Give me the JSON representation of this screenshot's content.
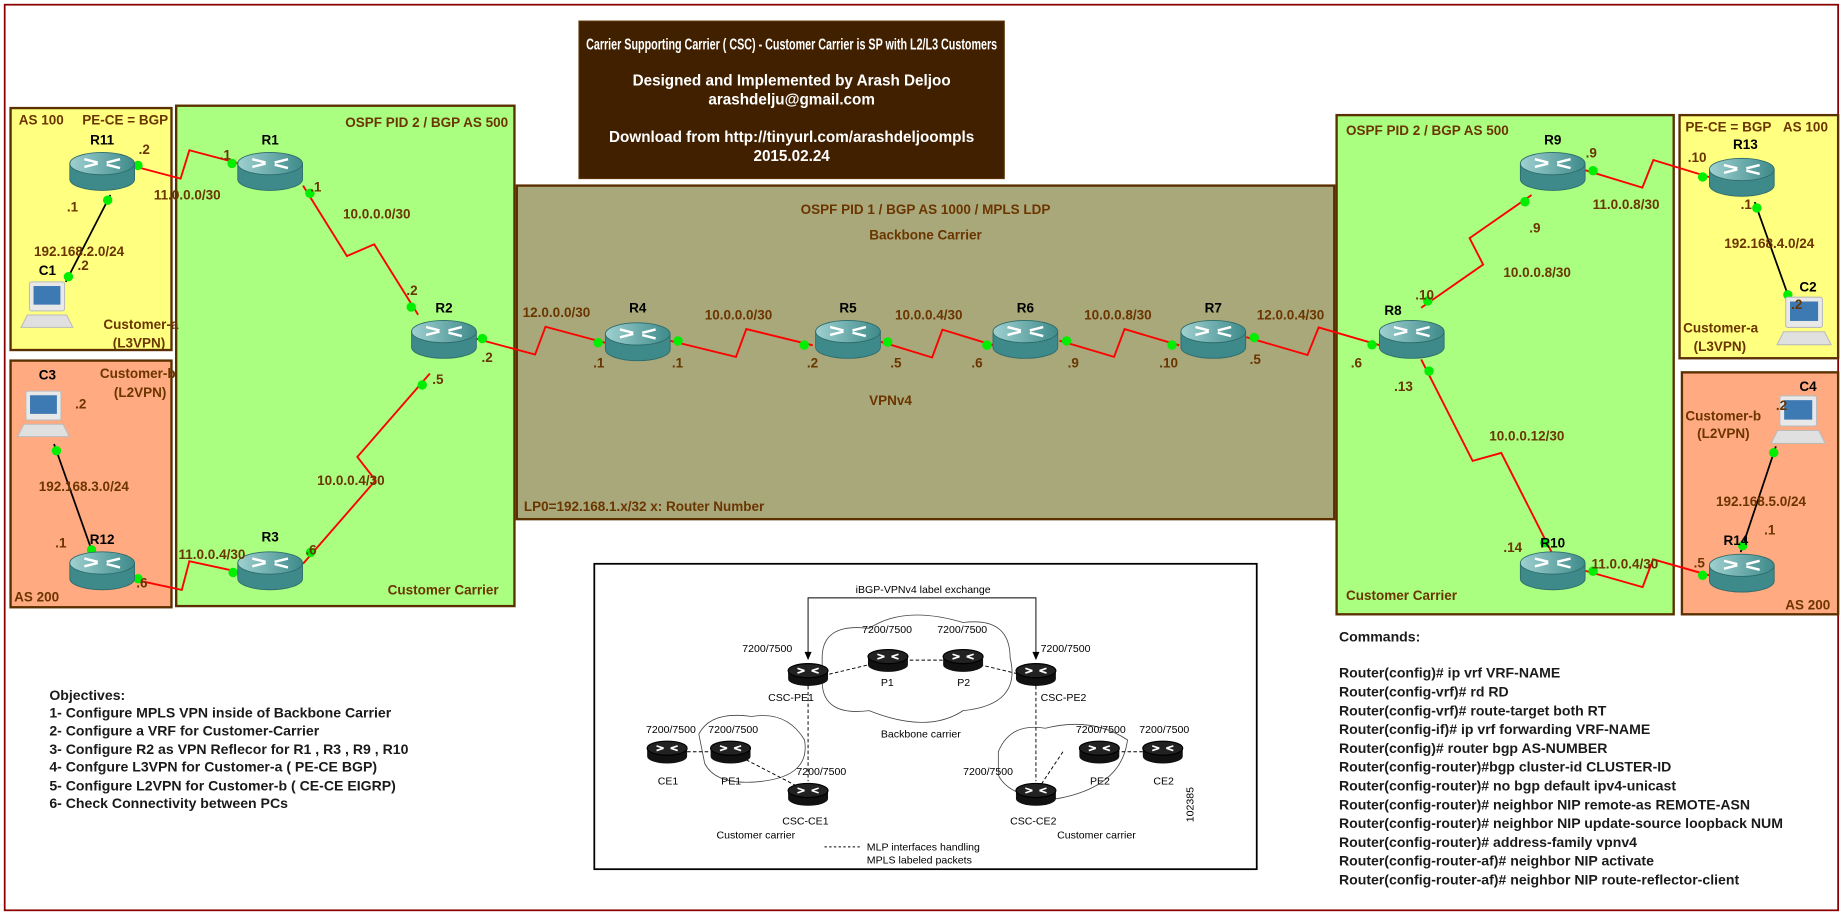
{
  "title_box": {
    "line1": "Carrier Supporting Carrier ( CSC) - Customer Carrier is SP with L2/L3 Customers",
    "line2": "Designed and Implemented by Arash Deljoo",
    "email": "arashdelju@gmail.com",
    "download": "Download from http://tinyurl.com/arashdeljoompls",
    "date": "2015.02.24"
  },
  "backbone": {
    "title": "OSPF PID 1 / BGP AS 1000 / MPLS LDP",
    "subtitle": "Backbone Carrier",
    "vpnv4": "VPNv4",
    "loopback_note": "LP0=192.168.1.x/32  x: Router Number"
  },
  "left_carrier": {
    "title": "OSPF PID 2 / BGP AS 500",
    "footer": "Customer Carrier"
  },
  "right_carrier": {
    "title": "OSPF PID 2 / BGP AS 500",
    "footer": "Customer Carrier"
  },
  "sites": {
    "left_a": {
      "as": "AS 100",
      "pece": "PE-CE = BGP",
      "customer": "Customer-a",
      "type": "(L3VPN)"
    },
    "left_b": {
      "customer": "Customer-b",
      "type": "(L2VPN)",
      "as": "AS 200"
    },
    "right_a": {
      "as": "AS 100",
      "pece": "PE-CE = BGP",
      "customer": "Customer-a",
      "type": "(L3VPN)"
    },
    "right_b": {
      "customer": "Customer-b",
      "type": "(L2VPN)",
      "as": "AS 200"
    }
  },
  "devices": {
    "R1": "R1",
    "R2": "R2",
    "R3": "R3",
    "R4": "R4",
    "R5": "R5",
    "R6": "R6",
    "R7": "R7",
    "R8": "R8",
    "R9": "R9",
    "R10": "R10",
    "R11": "R11",
    "R12": "R12",
    "R13": "R13",
    "R14": "R14",
    "C1": "C1",
    "C2": "C2",
    "C3": "C3",
    "C4": "C4"
  },
  "subnets": [
    "11.0.0.0/30",
    "10.0.0.0/30",
    "192.168.2.0/24",
    "192.168.3.0/24",
    "10.0.0.4/30",
    "11.0.0.4/30",
    "12.0.0.0/30",
    "10.0.0.0/30",
    "10.0.0.4/30",
    "10.0.0.8/30",
    "12.0.0.4/30",
    "10.0.0.8/30",
    "11.0.0.8/30",
    "192.168.4.0/24",
    "10.0.0.12/30",
    "11.0.0.4/30",
    "192.168.5.0/24"
  ],
  "interfaces": [
    ".2",
    ".1",
    ".1",
    ".2",
    ".2",
    ".5",
    ".6",
    ".6",
    ".1",
    ".1",
    ".2",
    ".2",
    ".1",
    ".1",
    ".2",
    ".5",
    ".6",
    ".9",
    ".10",
    ".5",
    ".6",
    ".10",
    ".13",
    ".9",
    ".9",
    ".10",
    ".1",
    ".2",
    ".2",
    ".1",
    ".14",
    ".5"
  ],
  "reference_figure": {
    "exchange": "iBGP-VPNv4 label exchange",
    "model": "7200/7500",
    "csc_pe1": "CSC-PE1",
    "csc_pe2": "CSC-PE2",
    "p1": "P1",
    "p2": "P2",
    "ce1": "CE1",
    "pe1": "PE1",
    "csc_ce1": "CSC-CE1",
    "ce2": "CE2",
    "pe2": "PE2",
    "csc_ce2": "CSC-CE2",
    "backbone": "Backbone carrier",
    "customer_left": "Customer carrier",
    "customer_right": "Customer carrier",
    "legend_line1": "MLP interfaces handling",
    "legend_line2": "MPLS labeled packets",
    "figure_id": "102385"
  },
  "objectives": {
    "heading": "Objectives:",
    "items": [
      "1- Configure MPLS VPN inside of Backbone Carrier",
      "2- Configure a VRF for Customer-Carrier",
      "3- Configure R2 as VPN Reflecor for R1 , R3 , R9 , R10",
      "4- Confgure L3VPN for Customer-a ( PE-CE BGP)",
      "5- Configure L2VPN for Customer-b ( CE-CE EIGRP)",
      "6- Check Connectivity between PCs"
    ]
  },
  "commands": {
    "heading": "Commands:",
    "items": [
      "Router(config)# ip vrf VRF-NAME",
      "Router(config-vrf)# rd RD",
      "Router(config-vrf)# route-target both RT",
      "Router(config-if)# ip vrf forwarding VRF-NAME",
      "Router(config)# router bgp AS-NUMBER",
      "Router(config-router)#bgp cluster-id CLUSTER-ID",
      "Router(config-router)# no bgp default ipv4-unicast",
      "Router(config-router)# neighbor NIP remote-as REMOTE-ASN",
      "Router(config-router)# neighbor NIP update-source loopback NUM",
      "Router(config-router)# address-family vpnv4",
      "Router(config-router-af)# neighbor NIP activate",
      "Router(config-router-af)# neighbor NIP route-reflector-client"
    ]
  },
  "colors": {
    "title_bg": "#412000",
    "backbone_bg": "#a8a87a",
    "carrier_bg": "#aaff80",
    "customer_a_bg": "#ffff80",
    "customer_b_bg": "#ffaa80",
    "serial_link": "#ff0000",
    "port_dot": "#00ee00",
    "router": "#3e8a8a",
    "label": "#6b3500"
  }
}
